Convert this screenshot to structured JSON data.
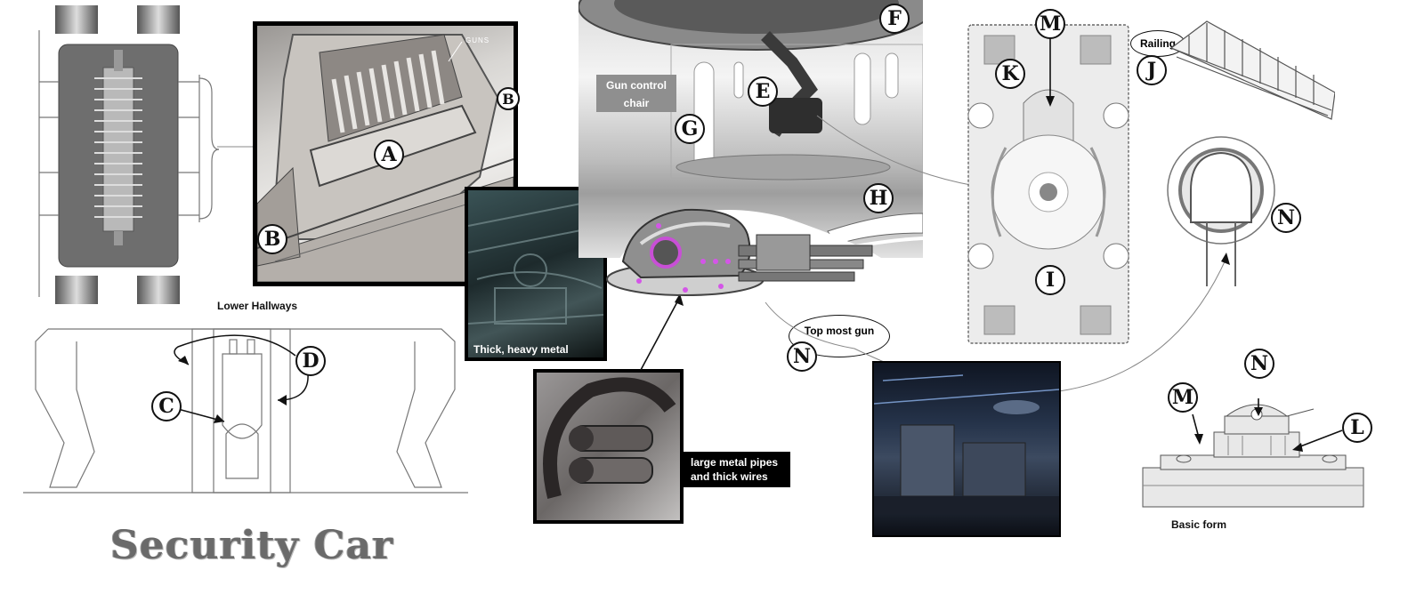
{
  "sheet": {
    "title": "Security Car",
    "label_lower_hallways": "Lower Hallways",
    "label_guns": "GUNS",
    "label_gun_control_chair": "Gun control chair",
    "label_thick_heavy_metal": "Thick, heavy metal",
    "label_pipes": "large metal pipes and thick wires",
    "label_top_most_gun": "Top most gun",
    "label_railing": "Railing",
    "label_basic_form": "Basic form"
  },
  "callouts": {
    "A": "A",
    "B": "B",
    "C": "C",
    "D": "D",
    "E": "E",
    "F": "F",
    "G": "G",
    "H": "H",
    "I": "I",
    "J": "J",
    "K": "K",
    "L": "L",
    "M": "M",
    "N": "N"
  }
}
